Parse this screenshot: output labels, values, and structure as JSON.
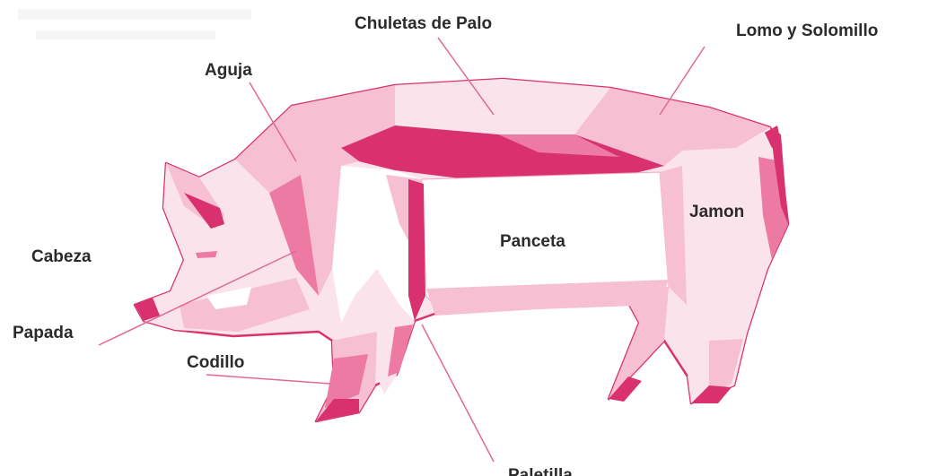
{
  "diagram": {
    "labels": {
      "chuletas_de_palo": "Chuletas de Palo",
      "lomo_y_solomillo": "Lomo y Solomillo",
      "aguja": "Aguja",
      "jamon": "Jamon",
      "panceta": "Panceta",
      "cabeza": "Cabeza",
      "papada": "Papada",
      "codillo": "Codillo",
      "paletilla": "Paletilla"
    },
    "colors": {
      "dark": "#d9306e",
      "mid": "#ec7aa2",
      "light": "#f6bfd2",
      "pale": "#fbe3ec",
      "leader": "#e06a95",
      "text": "#2b2b2b"
    }
  }
}
